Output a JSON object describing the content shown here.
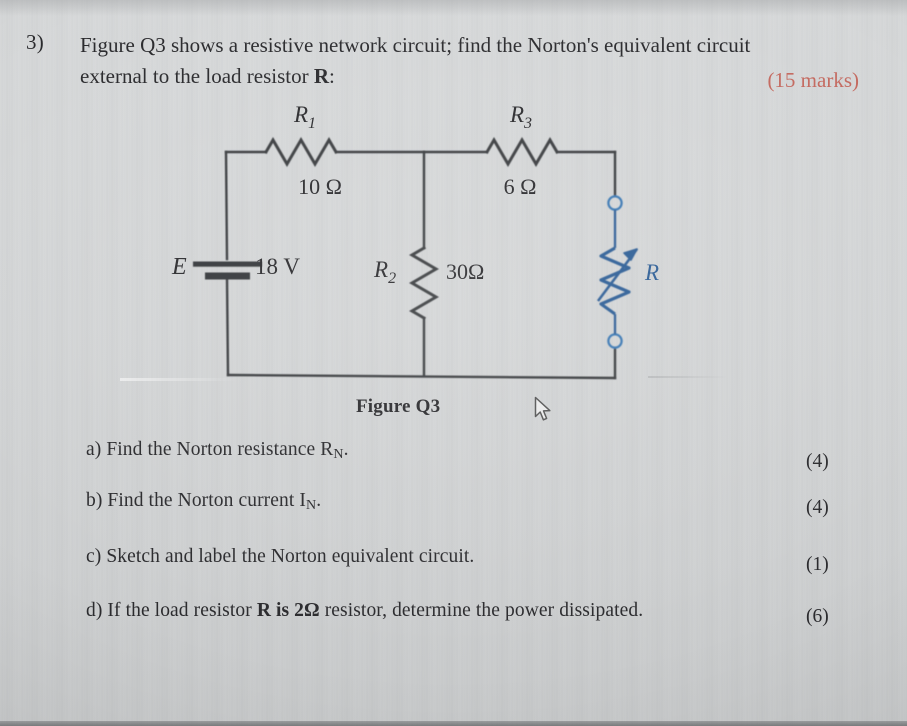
{
  "question": {
    "number": "3)",
    "line1": "Figure Q3 shows a resistive network circuit; find the Norton's equivalent circuit",
    "line2_pre": "external to the load resistor ",
    "line2_bold": "R",
    "line2_post": ":",
    "marks": "(15 marks)"
  },
  "figure": {
    "caption": "Figure Q3",
    "source": {
      "label": "E",
      "value": "18 V"
    },
    "components": [
      {
        "ref": "R1",
        "ref_base": "R",
        "ref_sub": "1",
        "value": "10 Ω"
      },
      {
        "ref": "R2",
        "ref_base": "R",
        "ref_sub": "2",
        "value": "30Ω"
      },
      {
        "ref": "R3",
        "ref_base": "R",
        "ref_sub": "3",
        "value": "6 Ω"
      },
      {
        "ref": "R",
        "ref_base": "R",
        "ref_sub": "",
        "value": ""
      }
    ],
    "load_label": "R",
    "colors": {
      "wire": "#3b3d40",
      "load": "#2f5f96",
      "terminal": "#3c79b4"
    }
  },
  "subquestions": [
    {
      "label": "a) Find the Norton resistance R",
      "sub": "N",
      "tail": ".",
      "marks": "(4)"
    },
    {
      "label": "b) Find the Norton current I",
      "sub": "N",
      "tail": ".",
      "marks": "(4)"
    },
    {
      "label": "c) Sketch and label the Norton equivalent circuit.",
      "sub": "",
      "tail": "",
      "marks": "(1)"
    },
    {
      "label": "d) If the load resistor ",
      "sub": "",
      "tail": "",
      "marks": "(6)",
      "bold": "R is 2Ω",
      "post": " resistor, determine the power dissipated."
    }
  ],
  "cursor": {
    "name": "arrow-pointer"
  }
}
